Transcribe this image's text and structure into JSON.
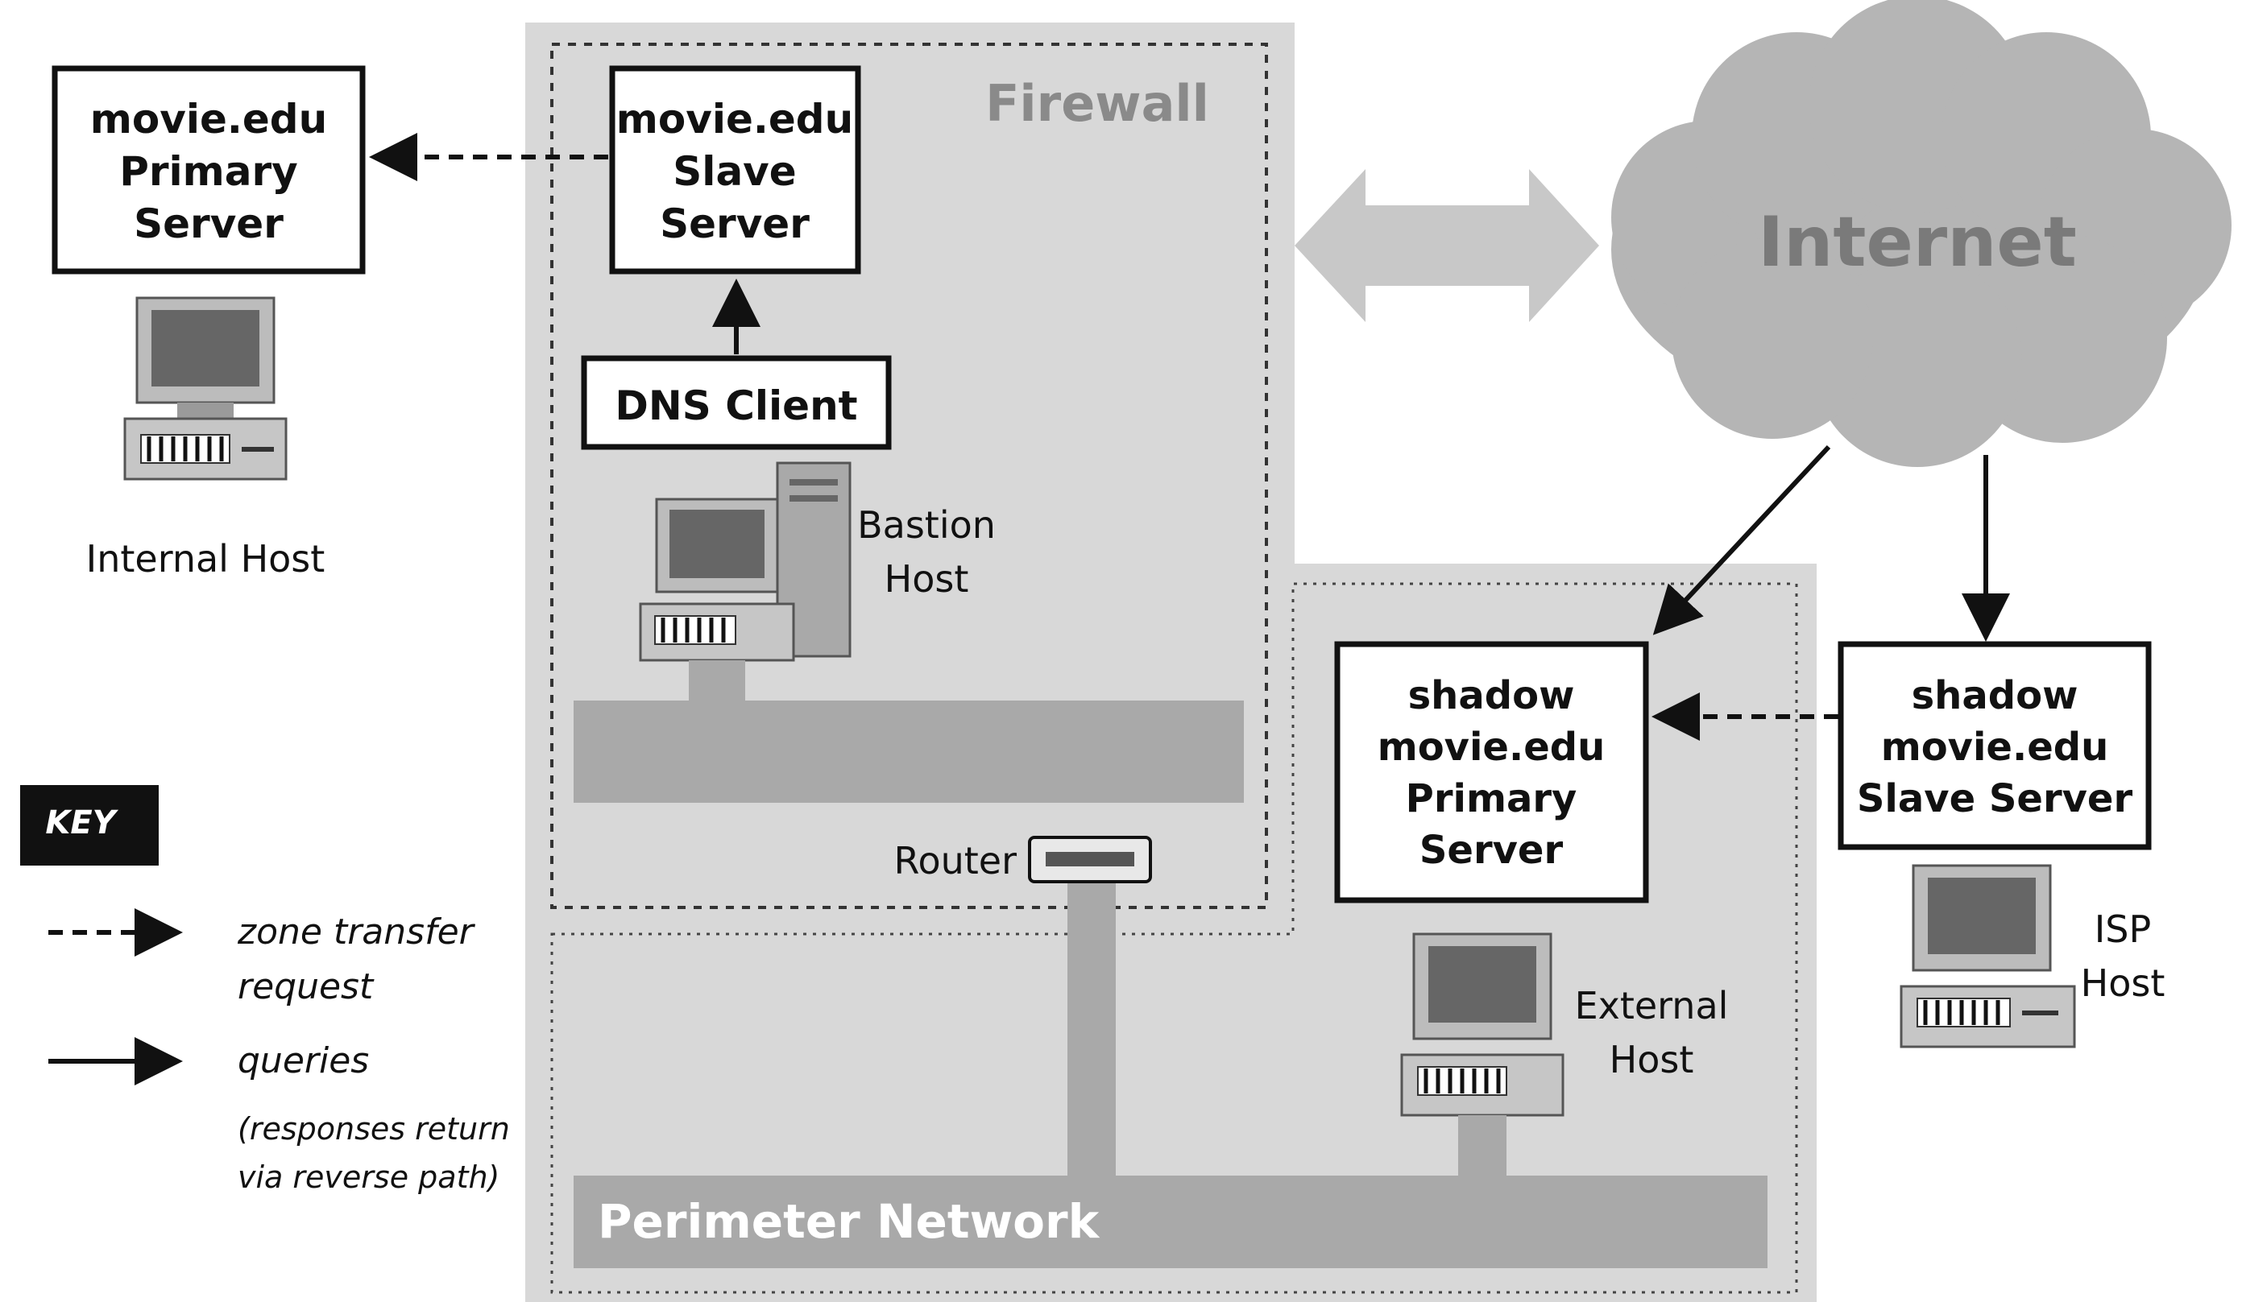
{
  "labels": {
    "firewall": "Firewall",
    "internet": "Internet",
    "perimeter_network": "Perimeter Network",
    "router": "Router",
    "bastion_host": [
      "Bastion",
      "Host"
    ],
    "internal_host": "Internal Host",
    "external_host": [
      "External",
      "Host"
    ],
    "isp_host": [
      "ISP",
      "Host"
    ]
  },
  "boxes": {
    "internal_primary": [
      "movie.edu",
      "Primary",
      "Server"
    ],
    "slave_server": [
      "movie.edu",
      "Slave",
      "Server"
    ],
    "dns_client": [
      "DNS Client"
    ],
    "shadow_primary": [
      "shadow",
      "movie.edu",
      "Primary",
      "Server"
    ],
    "shadow_slave": [
      "shadow",
      "movie.edu",
      "Slave Server"
    ]
  },
  "key": {
    "title": "KEY",
    "zone_transfer": [
      "zone transfer",
      "request"
    ],
    "queries": "queries",
    "queries_note": [
      "(responses return",
      "via reverse path)"
    ]
  },
  "colors": {
    "firewall_zone": "#d8d8d8",
    "network_bar": "#a9a9a9",
    "cloud": "#b5b5b5",
    "big_arrow": "#c8c8c8",
    "ink": "#111111"
  }
}
